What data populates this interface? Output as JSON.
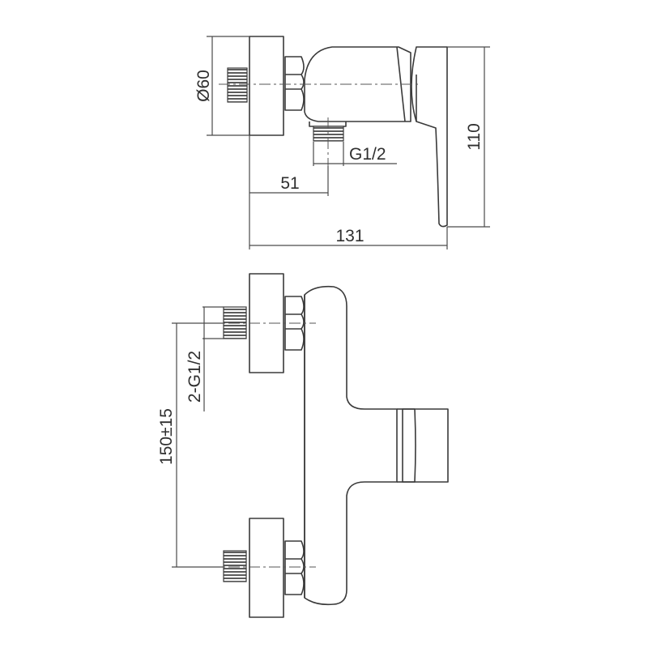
{
  "dimensions": {
    "diameter": "Ø60",
    "height": "110",
    "outlet_thread": "G1/2",
    "offset": "51",
    "length": "131",
    "inlet_threads": "2-G1/2",
    "centers": "150±15"
  }
}
